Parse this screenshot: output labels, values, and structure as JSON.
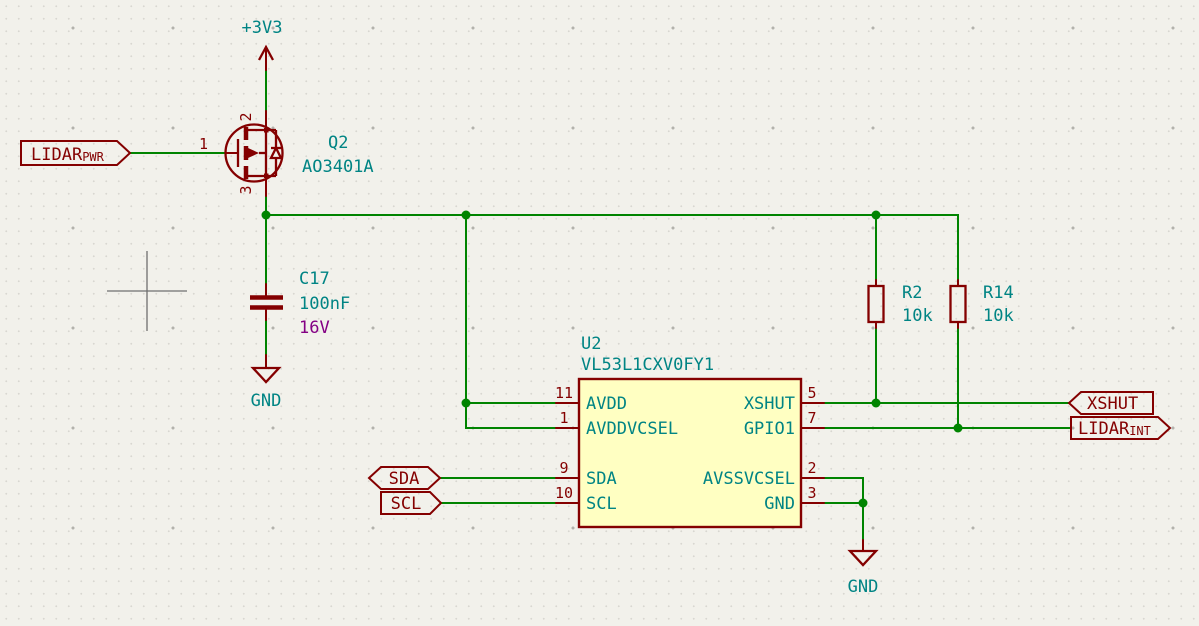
{
  "colors": {
    "maroon": "#840000",
    "teal": "#008484",
    "green": "#008400",
    "purple": "#840084",
    "icFill": "#FFFFC2",
    "bg": "#F2F1EB",
    "gridMajor": "#B3B2AC",
    "gridMinor": "#D8D7D1",
    "crosshair": "#6F6F6F"
  },
  "power": {
    "v3v3": "+3V3",
    "gnd_left": "GND",
    "gnd_right": "GND"
  },
  "q2": {
    "ref": "Q2",
    "value": "AO3401A",
    "pin_gate": "1",
    "pin_top": "2",
    "pin_bottom": "3"
  },
  "c17": {
    "ref": "C17",
    "value": "100nF",
    "voltage": "16V"
  },
  "r2": {
    "ref": "R2",
    "value": "10k"
  },
  "r14": {
    "ref": "R14",
    "value": "10k"
  },
  "u2": {
    "ref": "U2",
    "value": "VL53L1CXV0FY1",
    "left_pins": [
      {
        "num": "11",
        "name": "AVDD"
      },
      {
        "num": "1",
        "name": "AVDDVCSEL"
      },
      {
        "num": "9",
        "name": "SDA"
      },
      {
        "num": "10",
        "name": "SCL"
      }
    ],
    "right_pins": [
      {
        "num": "5",
        "name": "XSHUT"
      },
      {
        "num": "7",
        "name": "GPIO1"
      },
      {
        "num": "2",
        "name": "AVSSVCSEL"
      },
      {
        "num": "3",
        "name": "GND"
      }
    ]
  },
  "labels": {
    "lidar_pwr": {
      "text": "LIDAR",
      "sub": "PWR"
    },
    "sda": "SDA",
    "scl": "SCL",
    "xshut": "XSHUT",
    "lidar_int": {
      "text": "LIDAR",
      "sub": "INT"
    }
  }
}
